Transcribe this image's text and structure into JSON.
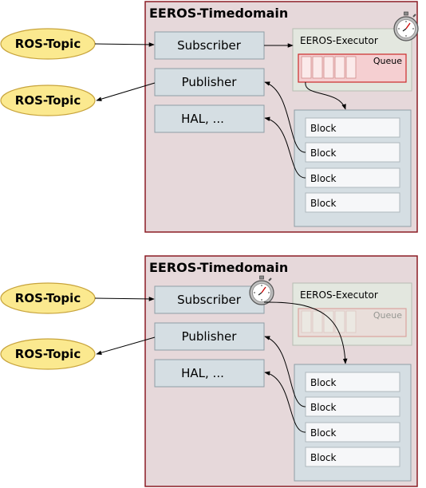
{
  "colors": {
    "timedomain_fill": "#e6d8da",
    "timedomain_stroke": "#8b1c24",
    "component_fill": "#d5dee3",
    "component_stroke": "#8e9ea6",
    "executor_fill": "#e3e7df",
    "queue_fill": "#f5cfd1",
    "queue_stroke": "#cc2a2a",
    "block_fill": "#f6f7f9",
    "topic_fill": "#fbe98f",
    "topic_stroke": "#c8a43c"
  },
  "icons": [
    "stopwatch-icon"
  ],
  "diagrams": [
    {
      "timedomain_title": "EEROS-Timedomain",
      "topic_in": "ROS-Topic",
      "topic_out": "ROS-Topic",
      "subscriber": "Subscriber",
      "publisher": "Publisher",
      "hal": "HAL, ...",
      "executor_title": "EEROS-Executor",
      "queue_label": "Queue",
      "queue_active": true,
      "blocks": [
        "Block",
        "Block",
        "Block",
        "Block"
      ]
    },
    {
      "timedomain_title": "EEROS-Timedomain",
      "topic_in": "ROS-Topic",
      "topic_out": "ROS-Topic",
      "subscriber": "Subscriber",
      "publisher": "Publisher",
      "hal": "HAL, ...",
      "executor_title": "EEROS-Executor",
      "queue_label": "Queue",
      "queue_active": false,
      "blocks": [
        "Block",
        "Block",
        "Block",
        "Block"
      ]
    }
  ]
}
